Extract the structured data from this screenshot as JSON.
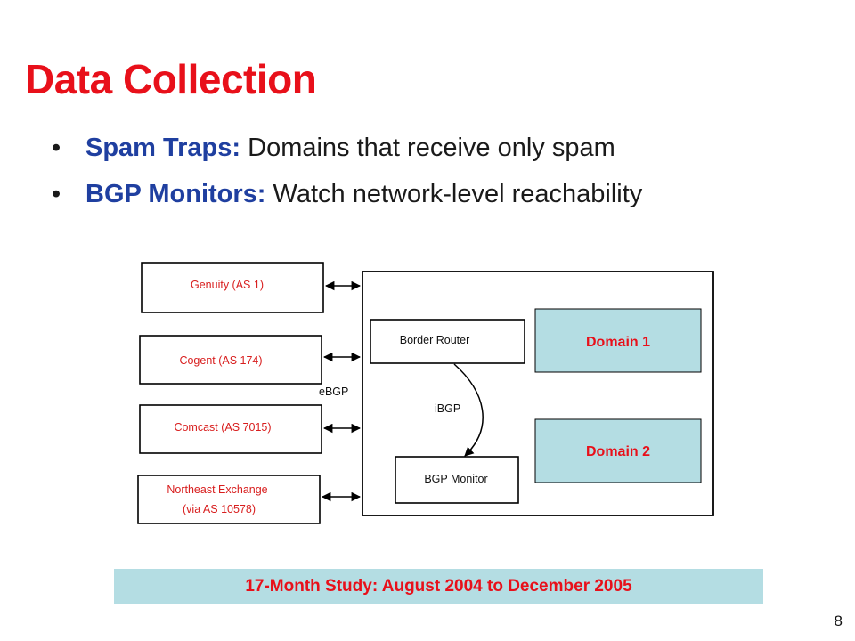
{
  "slide": {
    "title": "Data Collection",
    "bullets": [
      {
        "label": "Spam Traps:",
        "text": " Domains that receive only spam"
      },
      {
        "label": "BGP Monitors:",
        "text": " Watch network-level reachability"
      }
    ],
    "page_number": "8"
  },
  "diagram": {
    "peers": [
      {
        "line1": "Genuity (AS 1)"
      },
      {
        "line1": "Cogent (AS 174)"
      },
      {
        "line1": "Comcast (AS 7015)"
      },
      {
        "line1": "Northeast Exchange",
        "line2": "(via AS 10578)"
      }
    ],
    "ebgp_label": "eBGP",
    "border_router": "Border Router",
    "ibgp_label": "iBGP",
    "bgp_monitor": "BGP Monitor",
    "domains": [
      "Domain 1",
      "Domain 2"
    ]
  },
  "study_banner": "17-Month Study: August 2004 to December 2005",
  "colors": {
    "title_red": "#e8101a",
    "bullet_blue": "#1f3fa0",
    "domain_fill": "#b4dde3",
    "peer_text_red": "#d81e1e"
  }
}
